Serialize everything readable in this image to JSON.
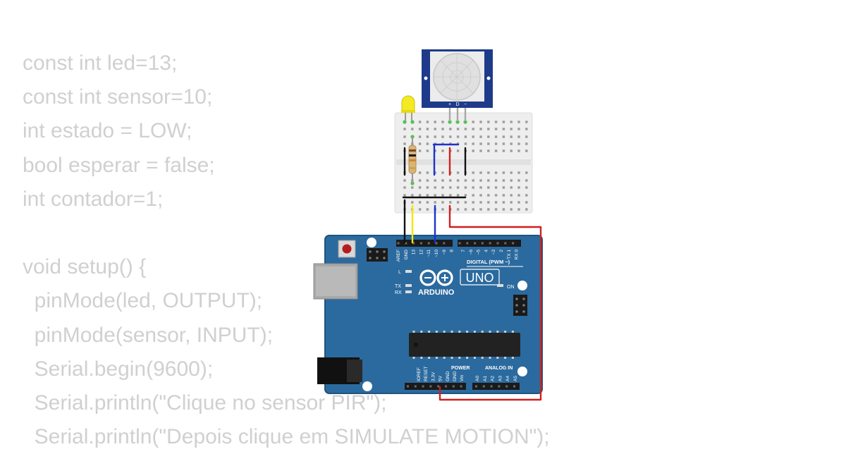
{
  "code": {
    "lines": [
      "const int led=13;",
      "const int sensor=10;",
      "int estado = LOW;",
      "bool esperar = false;",
      "int contador=1;",
      "",
      "void setup() {",
      "  pinMode(led, OUTPUT);",
      "  pinMode(sensor, INPUT);",
      "  Serial.begin(9600);",
      "  Serial.println(\"Clique no sensor PIR\");",
      "  Serial.println(\"Depois clique em SIMULATE MOTION\");"
    ]
  },
  "pir": {
    "pin_labels": [
      "+",
      "D",
      "−"
    ]
  },
  "arduino": {
    "logo_text": "ARDUINO",
    "model": "UNO",
    "digital_label": "DIGITAL (PWM ~)",
    "power_label": "POWER",
    "analog_label": "ANALOG IN",
    "on_label": "ON",
    "l_label": "L",
    "tx_label": "TX",
    "rx_label": "RX",
    "top_pins": [
      "AREF",
      "GND",
      "13",
      "12",
      "~11",
      "~10",
      "~9",
      "8",
      "7",
      "~6",
      "~5",
      "4",
      "~3",
      "2",
      "TX 1",
      "RX 0"
    ],
    "power_pins": [
      "IOREF",
      "RESET",
      "3.3V",
      "5V",
      "GND",
      "GND",
      "Vin"
    ],
    "analog_pins": [
      "A0",
      "A1",
      "A2",
      "A3",
      "A4",
      "A5"
    ]
  },
  "colors": {
    "code_text": "#d0d0d0",
    "board": "#2b6a9e",
    "board_edge": "#1f547f",
    "pir_frame": "#1e3a8a",
    "breadboard": "#eeeeee",
    "wire_black": "#111111",
    "wire_yellow": "#f2e800",
    "wire_blue": "#1a33cc",
    "wire_red": "#d21f1f",
    "led": "#f3ea24"
  }
}
